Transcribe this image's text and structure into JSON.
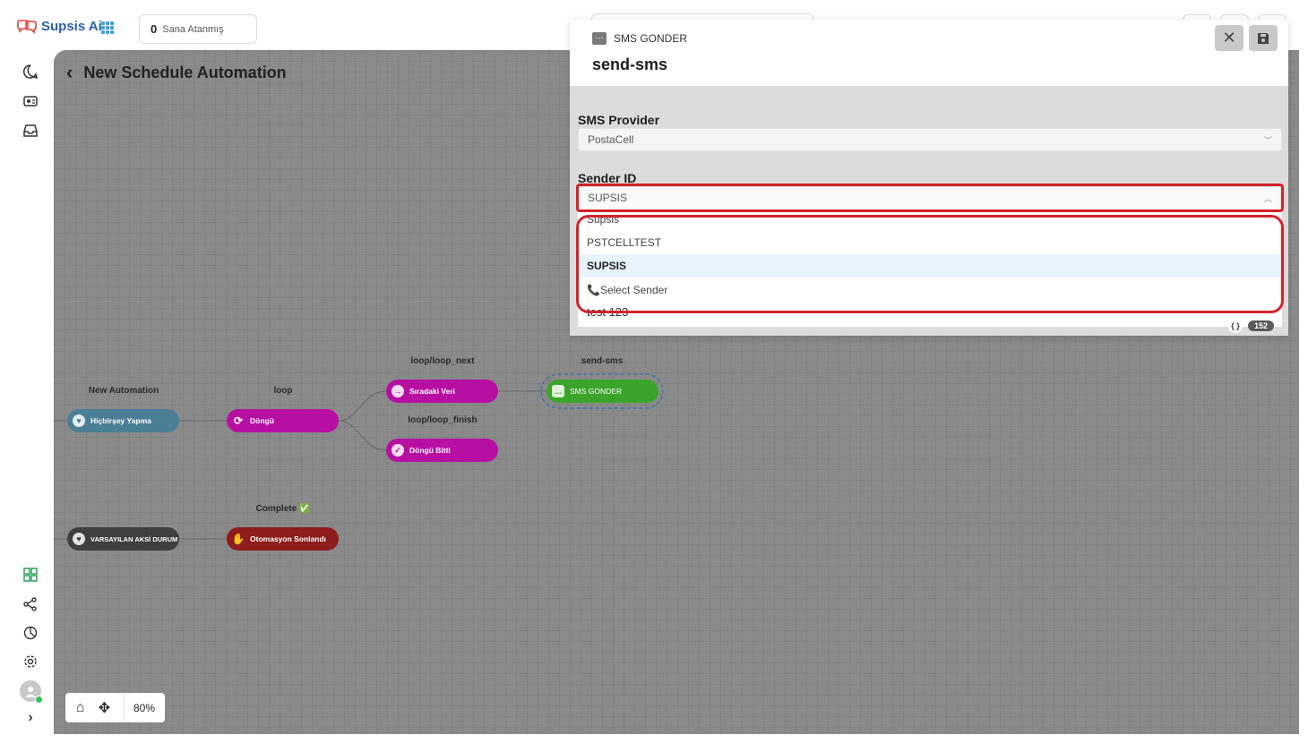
{
  "app": {
    "logo_text": "Supsis Ai",
    "assigned_count": "0",
    "assigned_label": "Sana Atanmış"
  },
  "canvas": {
    "page_title": "New Schedule Automation",
    "zoom": "80%",
    "labels": {
      "new_automation": "New Automation",
      "loop": "loop",
      "loop_next": "loop/loop_next",
      "loop_finish": "loop/loop_finish",
      "send_sms": "send-sms",
      "complete": "Complete ✅"
    },
    "nodes": {
      "hicbirsey": "Hiçbirşey Yapma",
      "dongu": "Döngü",
      "siradaki": "Sıradaki Veri",
      "dongu_bitti": "Döngü Bitti",
      "sms_gonder": "SMS GONDER",
      "varsayilan": "VARSAYILAN AKSİ DURUM",
      "otomasyon": "Otomasyon Sonlandı"
    },
    "node_colors": {
      "slate": "#4a7f95",
      "magenta": "#b80fa3",
      "green": "#3aa52a",
      "dark": "#3f3f3f",
      "darkred": "#8e1c1c"
    }
  },
  "panel": {
    "type_label": "SMS GONDER",
    "title": "send-sms",
    "provider_label": "SMS Provider",
    "provider_value": "PostaCell",
    "sender_label": "Sender ID",
    "sender_value": "SUPSIS",
    "options": [
      "Supsis",
      "PSTCELLTEST",
      "SUPSIS",
      "📞Select Sender"
    ],
    "hidden_text": "test 123",
    "badge": "152"
  }
}
